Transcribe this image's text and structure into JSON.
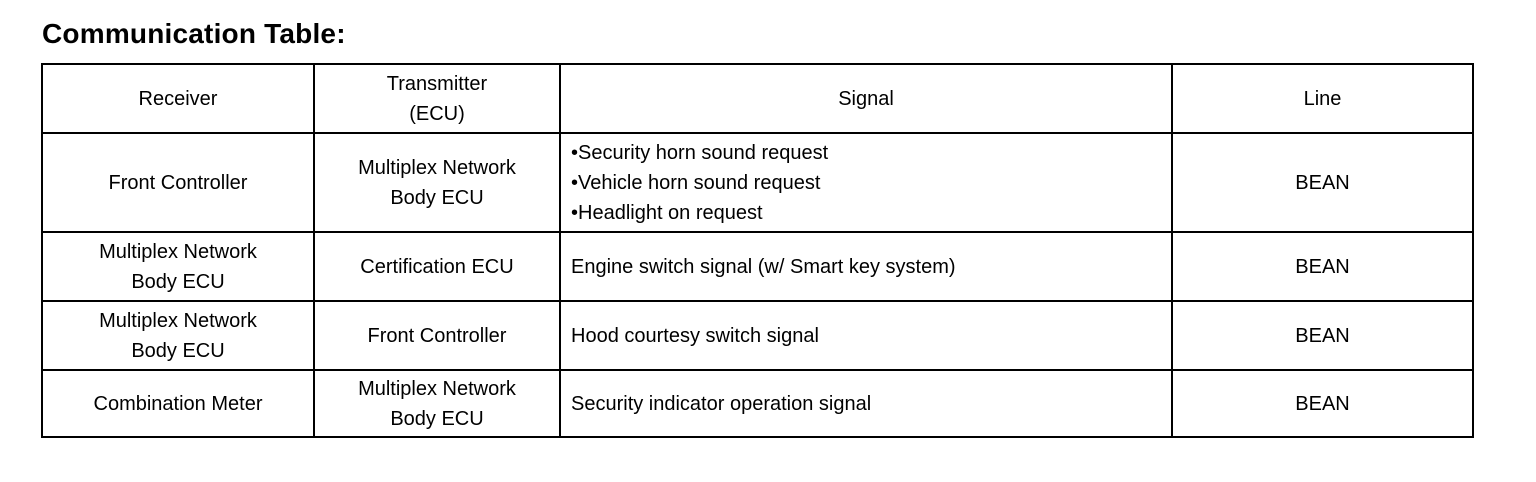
{
  "title": "Communication Table:",
  "table": {
    "headers": {
      "receiver": "Receiver",
      "transmitter_line1": "Transmitter",
      "transmitter_line2": "(ECU)",
      "signal": "Signal",
      "line": "Line"
    },
    "rows": [
      {
        "receiver": [
          "Front Controller"
        ],
        "transmitter": [
          "Multiplex Network",
          "Body ECU"
        ],
        "signal": [
          "•Security horn sound request",
          "•Vehicle horn sound request",
          "•Headlight on request"
        ],
        "line": "BEAN"
      },
      {
        "receiver": [
          "Multiplex Network",
          "Body ECU"
        ],
        "transmitter": [
          "Certification ECU"
        ],
        "signal": [
          "Engine switch signal (w/ Smart key system)"
        ],
        "line": "BEAN"
      },
      {
        "receiver": [
          "Multiplex Network",
          "Body ECU"
        ],
        "transmitter": [
          "Front Controller"
        ],
        "signal": [
          "Hood courtesy switch signal"
        ],
        "line": "BEAN"
      },
      {
        "receiver": [
          "Combination Meter"
        ],
        "transmitter": [
          "Multiplex Network",
          "Body ECU"
        ],
        "signal": [
          "Security indicator operation signal"
        ],
        "line": "BEAN"
      }
    ]
  }
}
